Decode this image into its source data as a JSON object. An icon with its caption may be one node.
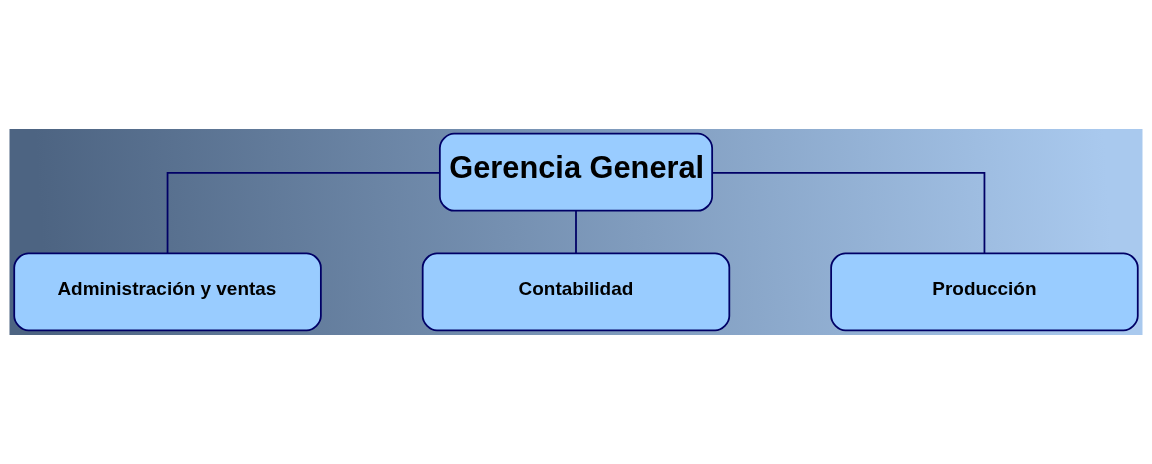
{
  "diagram": {
    "nodes": [
      {
        "text": [
          "Gerencia General"
        ]
      },
      {
        "text": [
          "Administración y ventas"
        ]
      },
      {
        "text": [
          "Contabilidad"
        ]
      },
      {
        "text": [
          "Producción"
        ]
      }
    ],
    "edges": [
      {
        "from": 0,
        "to": 1,
        "arrow": "none"
      },
      {
        "from": 0,
        "to": 2,
        "arrow": "none"
      },
      {
        "from": 0,
        "to": 3,
        "arrow": "none"
      }
    ]
  }
}
